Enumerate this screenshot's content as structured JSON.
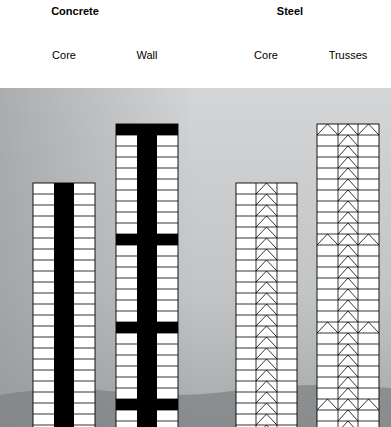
{
  "diagram": {
    "labels": [
      "Concrete",
      "Steel",
      "Core",
      "Wall",
      "Core",
      "Trusses"
    ]
  }
}
